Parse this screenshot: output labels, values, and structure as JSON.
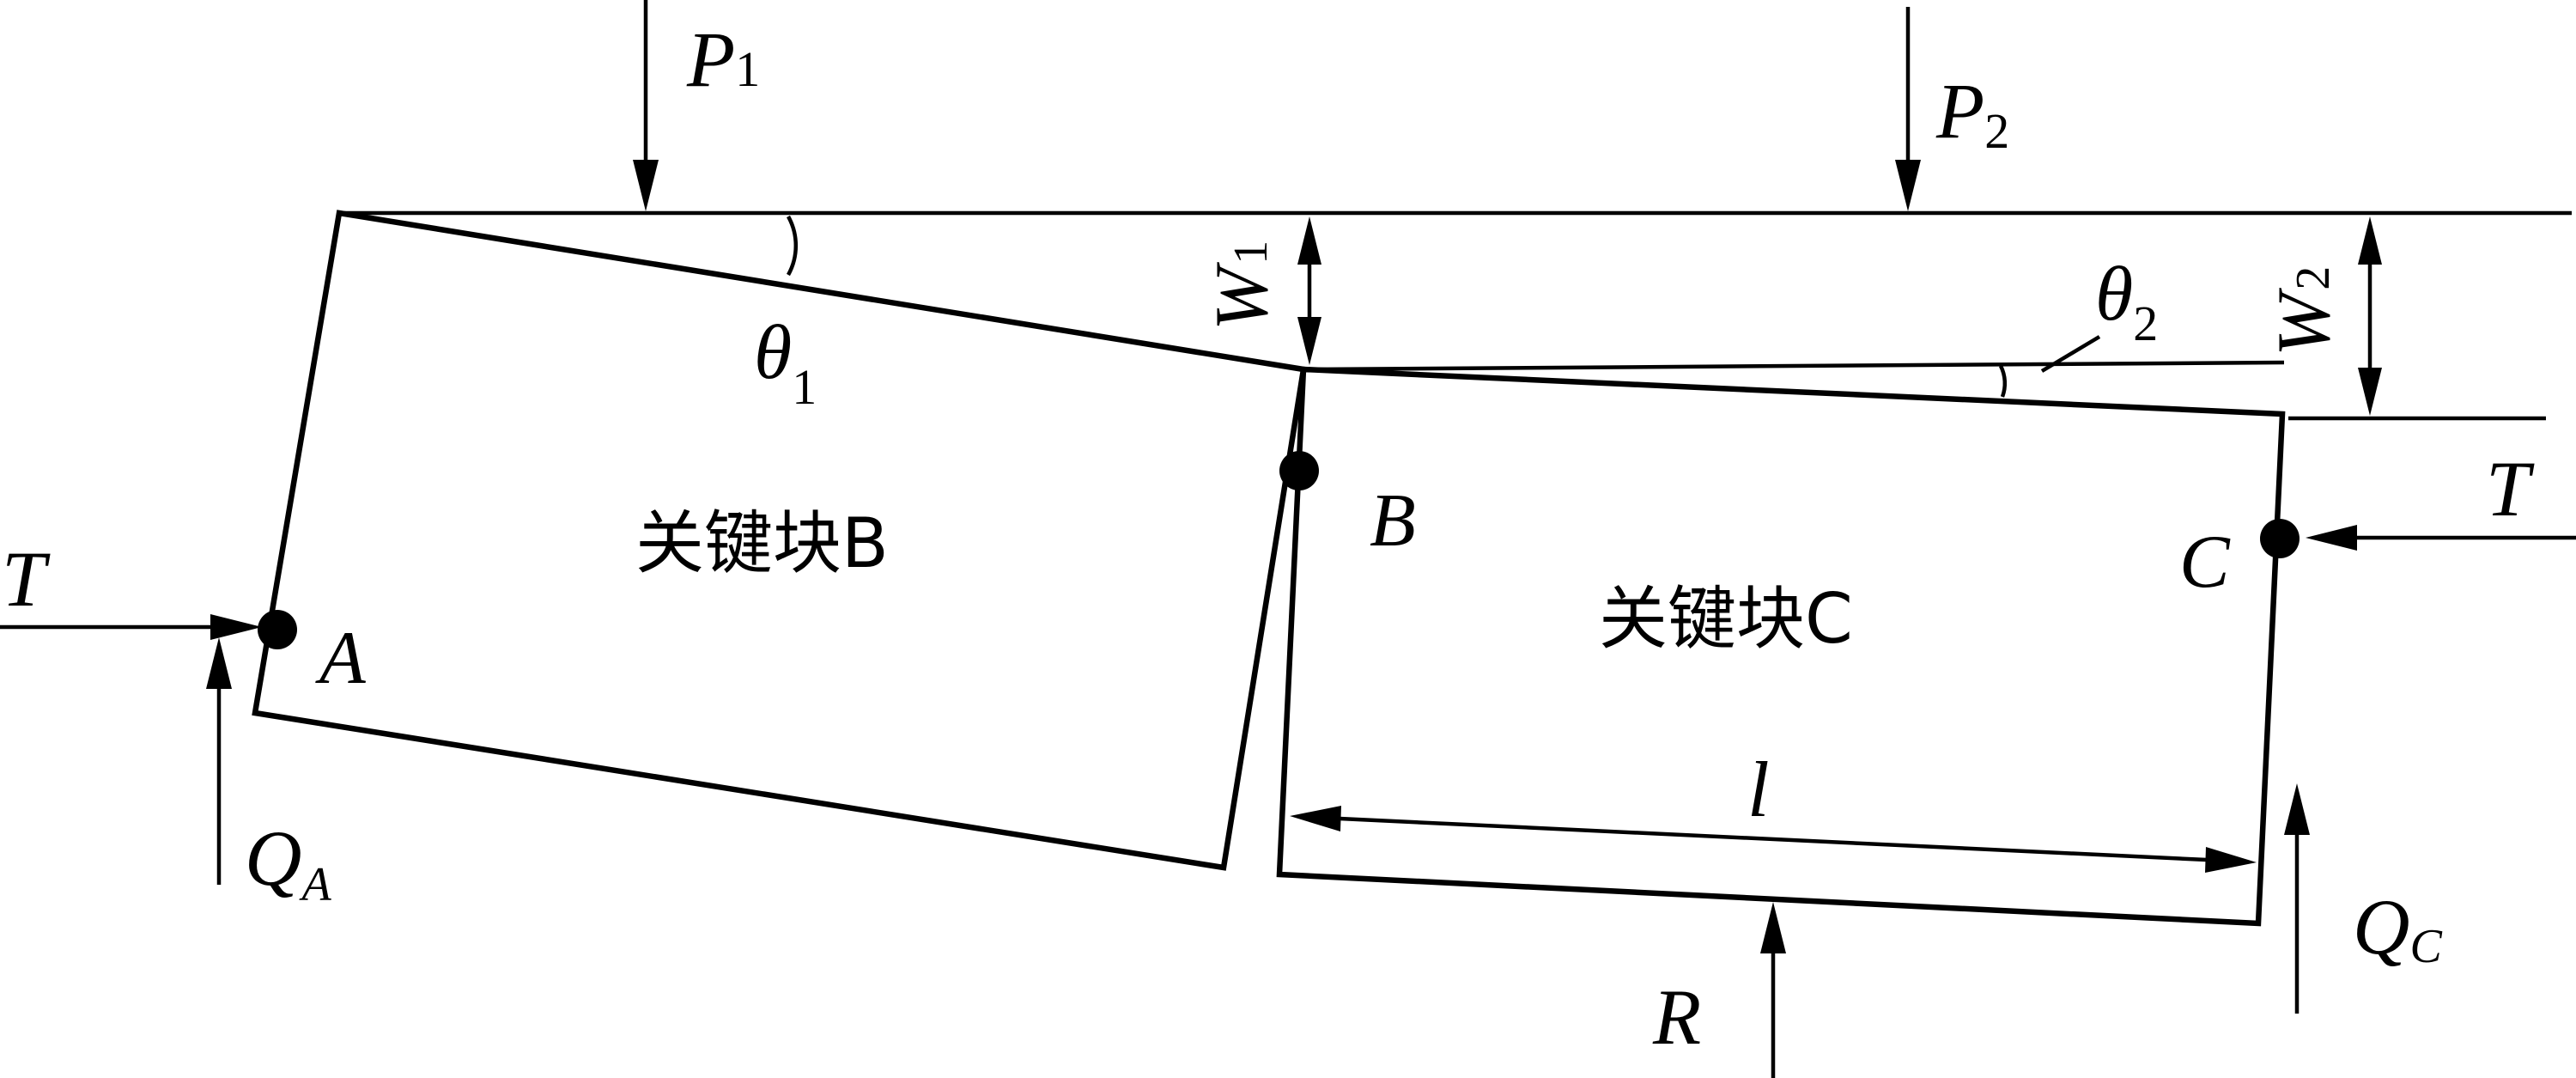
{
  "blocks": {
    "b_label": "关键块B",
    "c_label": "关键块C"
  },
  "loads": {
    "p1": {
      "sym": "P",
      "sub": "1"
    },
    "p2": {
      "sym": "P",
      "sub": "2"
    },
    "r": "R",
    "t_left": "T",
    "t_right": "T",
    "qa": {
      "sym": "Q",
      "sub": "A"
    },
    "qc": {
      "sym": "Q",
      "sub": "C"
    }
  },
  "points": {
    "a": "A",
    "b": "B",
    "c": "C"
  },
  "angles": {
    "theta1": {
      "sym": "θ",
      "sub": "1"
    },
    "theta2": {
      "sym": "θ",
      "sub": "2"
    }
  },
  "deflections": {
    "w1": {
      "sym": "W",
      "sub": "1"
    },
    "w2": {
      "sym": "W",
      "sub": "2"
    }
  },
  "dimension": {
    "length": "l"
  }
}
